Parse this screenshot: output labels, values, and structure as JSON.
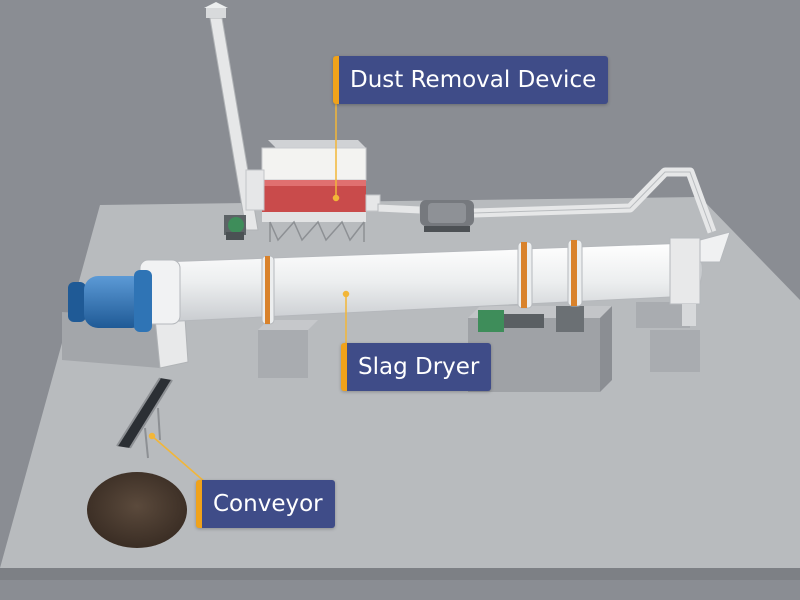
{
  "labels": {
    "dust_removal": "Dust Removal Device",
    "slag_dryer": "Slag Dryer",
    "conveyor": "Conveyor"
  },
  "colors": {
    "background": "#8a8d93",
    "floor": "#b9bcbf",
    "label_box": "#3f4c88",
    "label_accent": "#f0a21a",
    "label_text": "#ffffff",
    "leader_line": "#f2b638",
    "dryer_shell": "#eceeef",
    "dryer_ring": "#d9822b",
    "inlet_hood": "#2f74b5",
    "dust_band": "#c94b4b",
    "material_pile": "#4a3a2e"
  }
}
